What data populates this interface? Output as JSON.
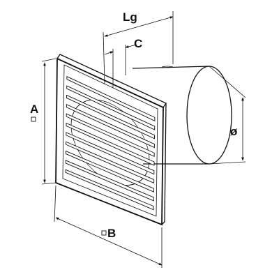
{
  "labels": {
    "lg": "Lg",
    "c": "C",
    "a": "A",
    "b": "B",
    "diameter": "ø"
  },
  "louver_count": 11
}
